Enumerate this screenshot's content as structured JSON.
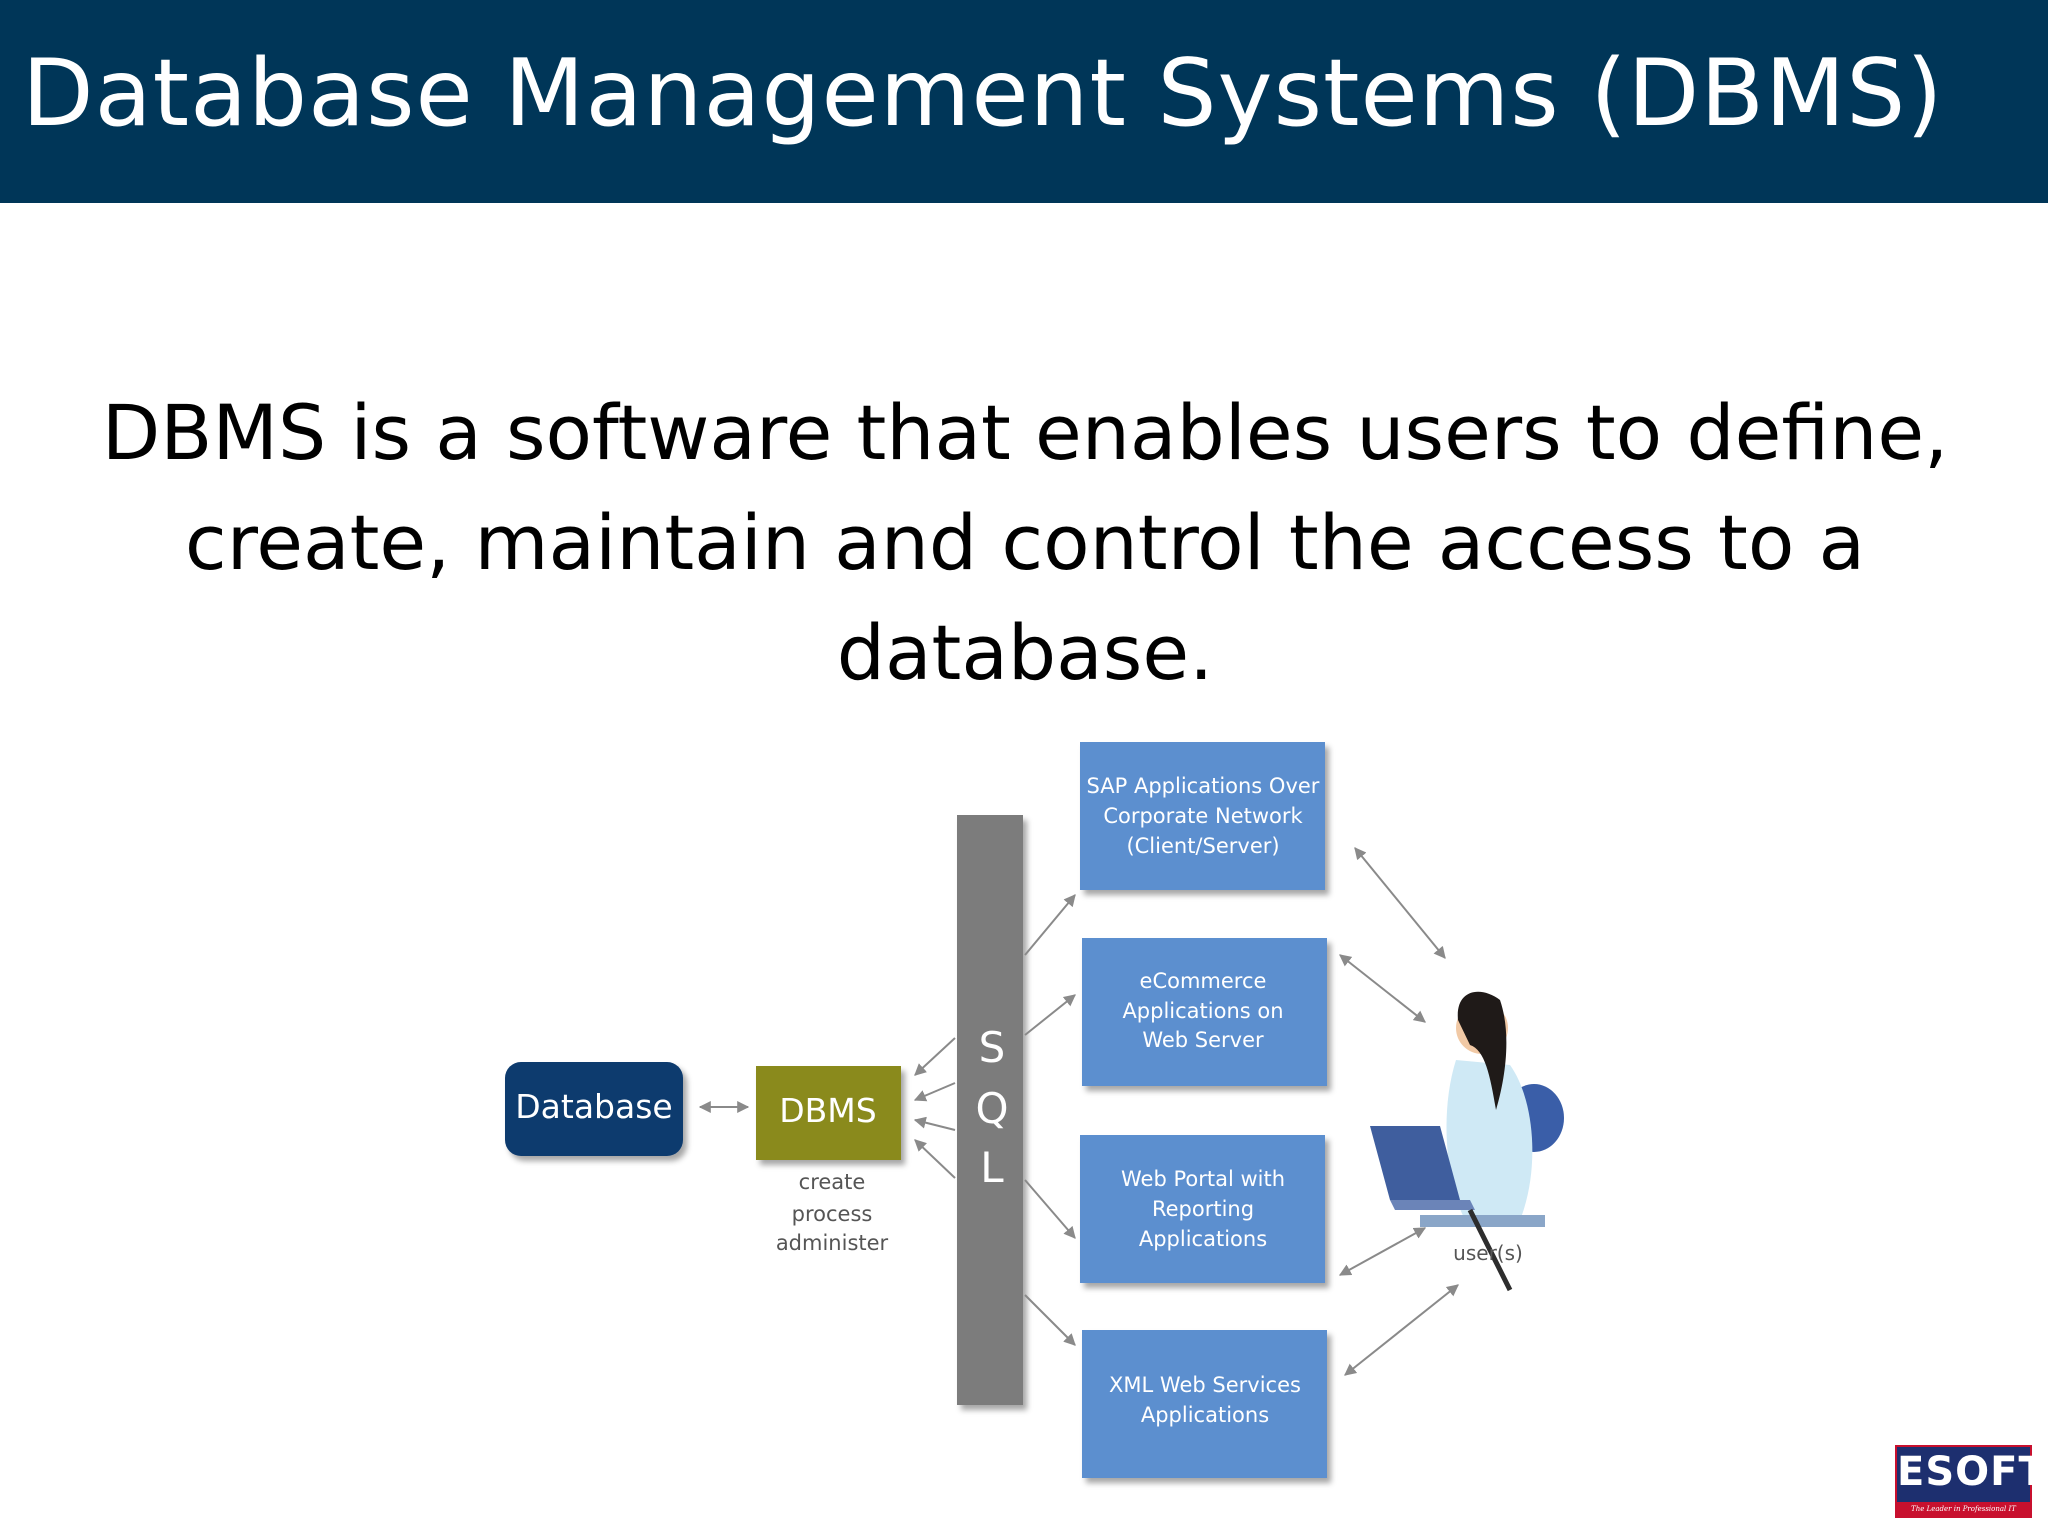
{
  "slide": {
    "title": "Database Management Systems (DBMS)",
    "body": "DBMS is a software that enables users to define, create, maintain and control the access to a database."
  },
  "diagram": {
    "database_label": "Database",
    "dbms_label": "DBMS",
    "dbms_functions": [
      "create",
      "process",
      "administer"
    ],
    "sql_letters": [
      "S",
      "Q",
      "L"
    ],
    "applications": [
      {
        "lines": [
          "SAP Applications Over",
          "Corporate Network",
          "(Client/Server)"
        ]
      },
      {
        "lines": [
          "eCommerce",
          "Applications on",
          "Web Server"
        ]
      },
      {
        "lines": [
          "Web Portal with",
          "Reporting",
          "Applications"
        ]
      },
      {
        "lines": [
          "XML Web Services",
          "Applications"
        ]
      }
    ],
    "user_label": "user(s)",
    "colors": {
      "database_box": "#0b3a6e",
      "dbms_box": "#8a8a1a",
      "sql_bar": "#7c7c7c",
      "app_box": "#5b8fcf"
    }
  },
  "logo": {
    "text": "ESOFT",
    "tagline": "The Leader in Professional IT Education"
  }
}
